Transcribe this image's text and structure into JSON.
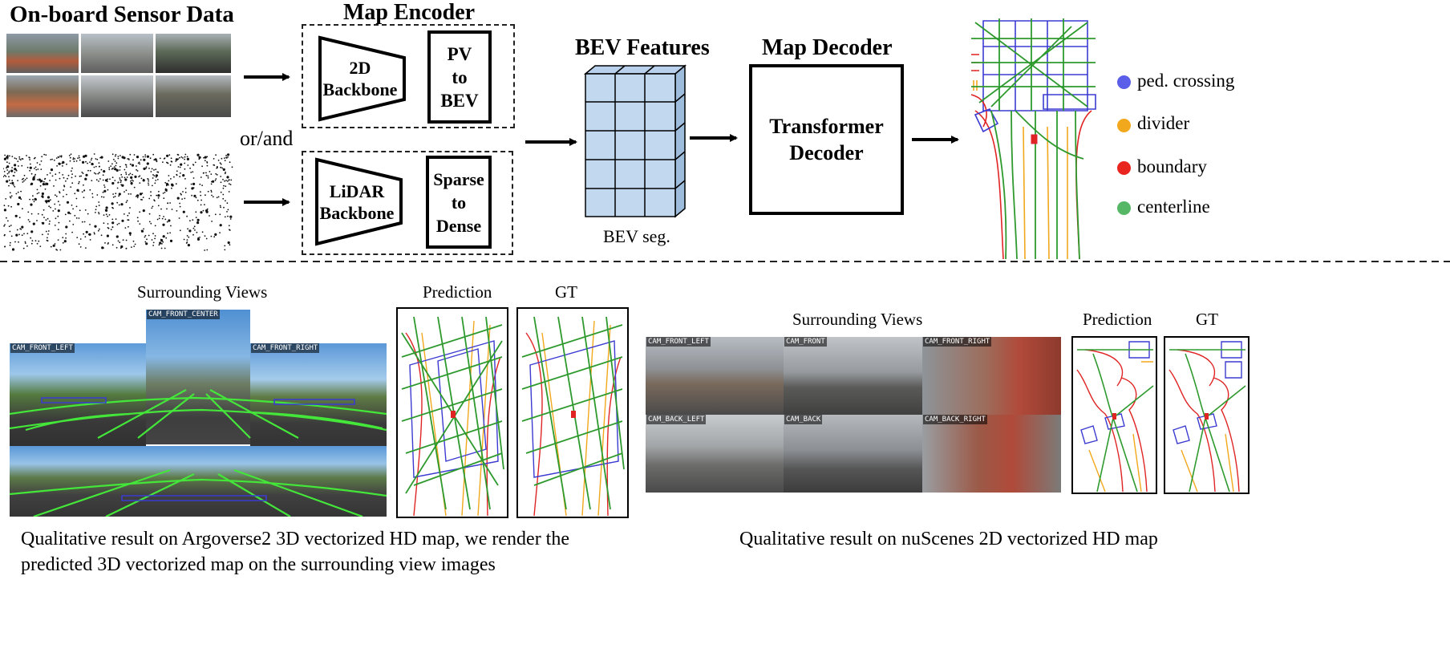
{
  "top": {
    "sensor_title": "On-board Sensor Data",
    "or_and": "or/and",
    "encoder": {
      "title": "Map Encoder",
      "camera_backbone": "2D\nBackbone",
      "pv_to_bev": "PV\nto\nBEV",
      "lidar_backbone": "LiDAR\nBackbone",
      "sparse_to_dense": "Sparse\nto\nDense"
    },
    "bev": {
      "title": "BEV Features",
      "seg_label": "BEV seg."
    },
    "decoder": {
      "title": "Map Decoder",
      "block": "Transformer\nDecoder"
    },
    "legend": [
      {
        "label": "ped. crossing",
        "color": "#5a5ee8"
      },
      {
        "label": "divider",
        "color": "#f2a81c"
      },
      {
        "label": "boundary",
        "color": "#e8251f"
      },
      {
        "label": "centerline",
        "color": "#56b866"
      }
    ]
  },
  "bottom_left": {
    "views_title": "Surrounding Views",
    "pred_title": "Prediction",
    "gt_title": "GT",
    "cameras": [
      "CAM_FRONT_CENTER",
      "CAM_FRONT_LEFT",
      "CAM_FRONT_RIGHT"
    ],
    "caption": "Qualitative result on Argoverse2 3D vectorized HD map, we render the predicted 3D vectorized map on the surrounding view images"
  },
  "bottom_right": {
    "views_title": "Surrounding Views",
    "pred_title": "Prediction",
    "gt_title": "GT",
    "cameras": [
      "CAM_FRONT_LEFT",
      "CAM_FRONT",
      "CAM_FRONT_RIGHT",
      "CAM_BACK_LEFT",
      "CAM_BACK",
      "CAM_BACK_RIGHT"
    ],
    "caption": "Qualitative result on nuScenes 2D vectorized HD map"
  }
}
